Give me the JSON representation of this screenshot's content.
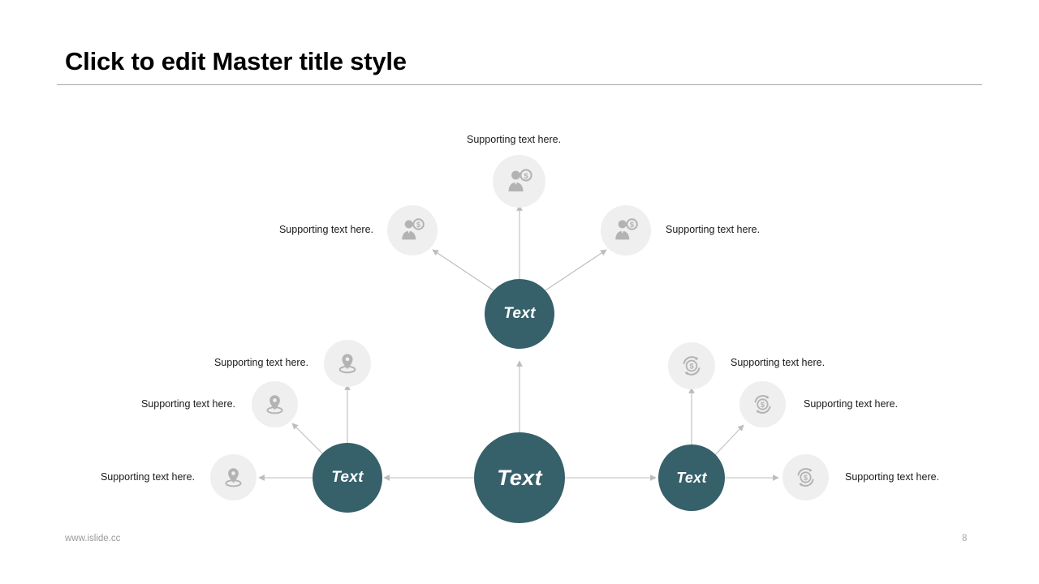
{
  "slide": {
    "title": "Click to edit Master title style",
    "footer_url": "www.islide.cc",
    "page_number": "8",
    "accent_color": "#36606a",
    "icon_bubble_color": "#efefef",
    "icon_glyph_color": "#b3b3b3",
    "connector_color": "#bdbdbd",
    "rule_color": "#a6a6a6"
  },
  "hubs": [
    {
      "id": "hub-center",
      "label": "Text",
      "size": "large"
    },
    {
      "id": "hub-top",
      "label": "Text",
      "size": "medium"
    },
    {
      "id": "hub-left",
      "label": "Text",
      "size": "medium"
    },
    {
      "id": "hub-right",
      "label": "Text",
      "size": "small"
    }
  ],
  "branches": {
    "top": {
      "icon": "person-dollar-icon",
      "nodes": [
        {
          "label": "Supporting  text here.",
          "icon": "person-dollar-icon"
        },
        {
          "label": "Supporting  text here.",
          "icon": "person-dollar-icon"
        },
        {
          "label": "Supporting  text here.",
          "icon": "person-dollar-icon"
        }
      ]
    },
    "left": {
      "icon": "map-pin-icon",
      "nodes": [
        {
          "label": "Supporting  text here.",
          "icon": "map-pin-icon"
        },
        {
          "label": "Supporting  text here.",
          "icon": "map-pin-icon"
        },
        {
          "label": "Supporting  text here.",
          "icon": "map-pin-icon"
        }
      ]
    },
    "right": {
      "icon": "dollar-refresh-icon",
      "nodes": [
        {
          "label": "Supporting  text here.",
          "icon": "dollar-refresh-icon"
        },
        {
          "label": "Supporting  text here.",
          "icon": "dollar-refresh-icon"
        },
        {
          "label": "Supporting  text here.",
          "icon": "dollar-refresh-icon"
        }
      ]
    }
  }
}
